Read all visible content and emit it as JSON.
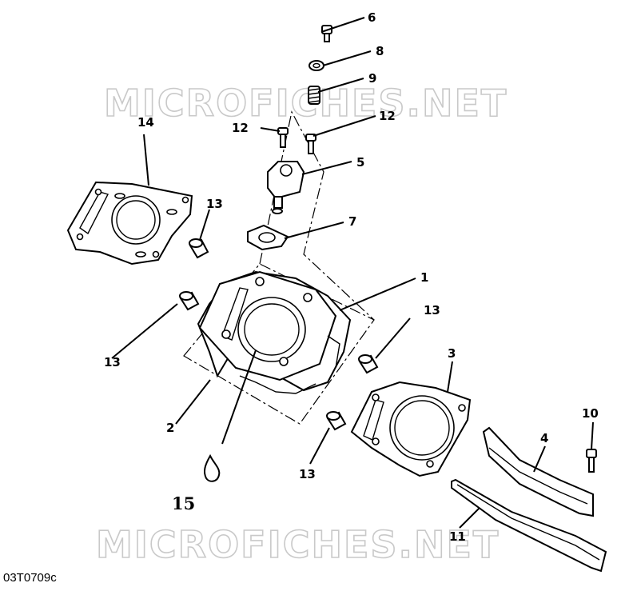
{
  "watermark_text": "MICROFICHES.NET",
  "diagram_code": "03T0709c",
  "callouts": {
    "c1": "1",
    "c2": "2",
    "c3": "3",
    "c4": "4",
    "c5": "5",
    "c6": "6",
    "c7": "7",
    "c8": "8",
    "c9": "9",
    "c10": "10",
    "c11": "11",
    "c12a": "12",
    "c12b": "12",
    "c13a": "13",
    "c13b": "13",
    "c13c": "13",
    "c13d": "13",
    "c14": "14",
    "c15": "15"
  }
}
